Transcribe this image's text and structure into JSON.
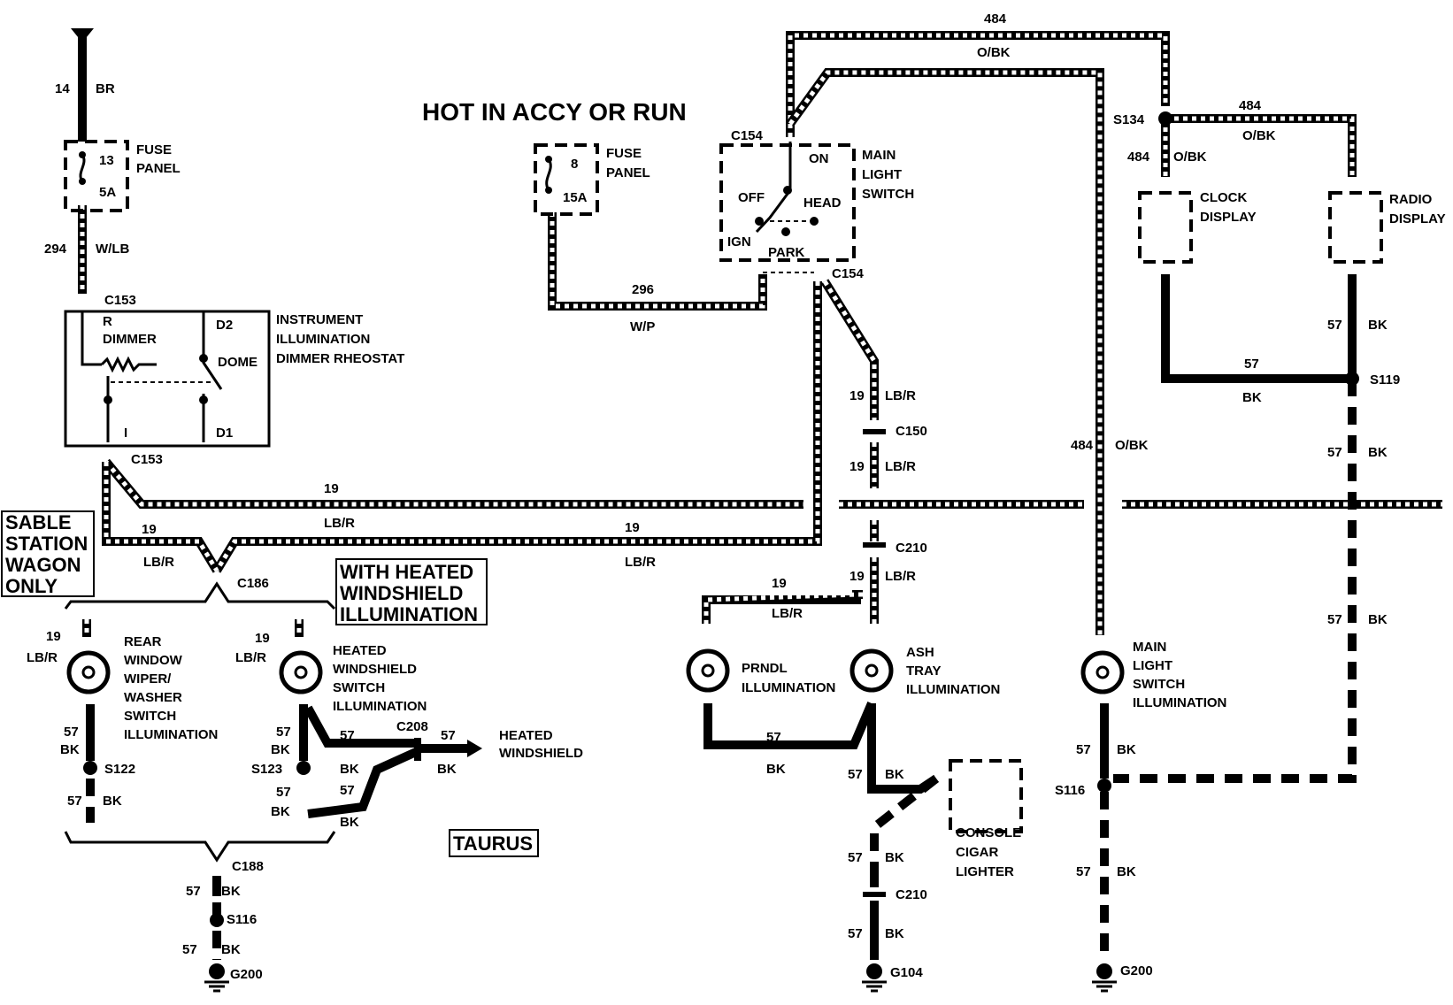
{
  "title": "HOT IN ACCY OR RUN",
  "top_source": {
    "circuit": "14",
    "color": "BR"
  },
  "fuse13": {
    "num": "13",
    "amp": "5A",
    "name1": "FUSE",
    "name2": "PANEL"
  },
  "w294": {
    "circuit": "294",
    "color": "W/LB"
  },
  "c153_top": "C153",
  "rheostat": {
    "r_label": "R",
    "dimmer": "DIMMER",
    "d2": "D2",
    "dome": "DOME",
    "i_label": "I",
    "d1": "D1",
    "name1": "INSTRUMENT",
    "name2": "ILLUMINATION",
    "name3": "DIMMER RHEOSTAT"
  },
  "c153_bottom": "C153",
  "fuse8": {
    "num": "8",
    "amp": "15A",
    "name1": "FUSE",
    "name2": "PANEL"
  },
  "w296": {
    "circuit": "296",
    "color": "W/P"
  },
  "switch": {
    "c154_top": "C154",
    "on": "ON",
    "off": "OFF",
    "head": "HEAD",
    "ign": "IGN",
    "park": "PARK",
    "c154_bottom": "C154",
    "name1": "MAIN",
    "name2": "LIGHT",
    "name3": "SWITCH"
  },
  "w484_top": {
    "circuit": "484",
    "color": "O/BK"
  },
  "s134": "S134",
  "w484_radio": {
    "circuit": "484",
    "color": "O/BK"
  },
  "w484_clock": {
    "circuit": "484",
    "color": "O/BK"
  },
  "clock": {
    "name1": "CLOCK",
    "name2": "DISPLAY"
  },
  "radio": {
    "name1": "RADIO",
    "name2": "DISPLAY"
  },
  "w484_vert": {
    "circuit": "484",
    "color": "O/BK"
  },
  "w57_clock_radio": {
    "circuit": "57",
    "color": "BK"
  },
  "w57_radio": {
    "circuit": "57",
    "color": "BK"
  },
  "s119": "S119",
  "w57_s119a": {
    "circuit": "57",
    "color": "BK"
  },
  "w57_s119b": {
    "circuit": "57",
    "color": "BK"
  },
  "w19_upper": {
    "circuit": "19",
    "color": "LB/R"
  },
  "c150": "C150",
  "w19_lower": {
    "circuit": "19",
    "color": "LB/R"
  },
  "w19_bus": {
    "circuit": "19",
    "color": "LB/R"
  },
  "w19_sable_left": {
    "circuit": "19",
    "color": "LB/R"
  },
  "w19_sable_mid": {
    "circuit": "19",
    "color": "LB/R"
  },
  "c210_top": "C210",
  "w19_c210": {
    "circuit": "19",
    "color": "LB/R"
  },
  "w19_prndl": {
    "circuit": "19",
    "color": "LB/R"
  },
  "sable_box": {
    "line1": "SABLE",
    "line2": "STATION",
    "line3": "WAGON",
    "line4": "ONLY"
  },
  "c186": "C186",
  "heated_box": {
    "line1": "WITH HEATED",
    "line2": "WINDSHIELD",
    "line3": "ILLUMINATION"
  },
  "rear_wiper": {
    "circuit": "19",
    "color": "LB/R",
    "name1": "REAR",
    "name2": "WINDOW",
    "name3": "WIPER/",
    "name4": "WASHER",
    "name5": "SWITCH",
    "name6": "ILLUMINATION"
  },
  "heated_ws": {
    "circuit": "19",
    "color": "LB/R",
    "name1": "HEATED",
    "name2": "WINDSHIELD",
    "name3": "SWITCH",
    "name4": "ILLUMINATION"
  },
  "w57_rear": {
    "circuit": "57",
    "color": "BK"
  },
  "s122": "S122",
  "w57_s122": {
    "circuit": "57",
    "color": "BK"
  },
  "w57_heated": {
    "circuit": "57",
    "color": "BK"
  },
  "s123": "S123",
  "w57_s123": {
    "circuit": "57",
    "color": "BK"
  },
  "w57_heated_up": {
    "circuit": "57",
    "color": "BK"
  },
  "w57_heated_low": {
    "circuit": "57",
    "color": "BK"
  },
  "c208": "C208",
  "w57_c208": {
    "circuit": "57",
    "color": "BK"
  },
  "heated_windshield": {
    "name1": "HEATED",
    "name2": "WINDSHIELD"
  },
  "taurus": "TAURUS",
  "c188": "C188",
  "w57_c188": {
    "circuit": "57",
    "color": "BK"
  },
  "s116_left": "S116",
  "w57_s116_left": {
    "circuit": "57",
    "color": "BK"
  },
  "g200_left": "G200",
  "prndl": {
    "name1": "PRNDL",
    "name2": "ILLUMINATION"
  },
  "ash": {
    "name1": "ASH",
    "name2": "TRAY",
    "name3": "ILLUMINATION"
  },
  "w57_prndl_ash": {
    "circuit": "57",
    "color": "BK"
  },
  "w57_ash": {
    "circuit": "57",
    "color": "BK"
  },
  "cigar": {
    "name1": "CONSOLE",
    "name2": "CIGAR",
    "name3": "LIGHTER"
  },
  "w57_cigar": {
    "circuit": "57",
    "color": "BK"
  },
  "c210_bottom": "C210",
  "w57_c210b": {
    "circuit": "57",
    "color": "BK"
  },
  "g104": "G104",
  "mls_illum": {
    "name1": "MAIN",
    "name2": "LIGHT",
    "name3": "SWITCH",
    "name4": "ILLUMINATION"
  },
  "w57_mls": {
    "circuit": "57",
    "color": "BK"
  },
  "s116_right": "S116",
  "w57_s116_right": {
    "circuit": "57",
    "color": "BK"
  },
  "g200_right": "G200"
}
